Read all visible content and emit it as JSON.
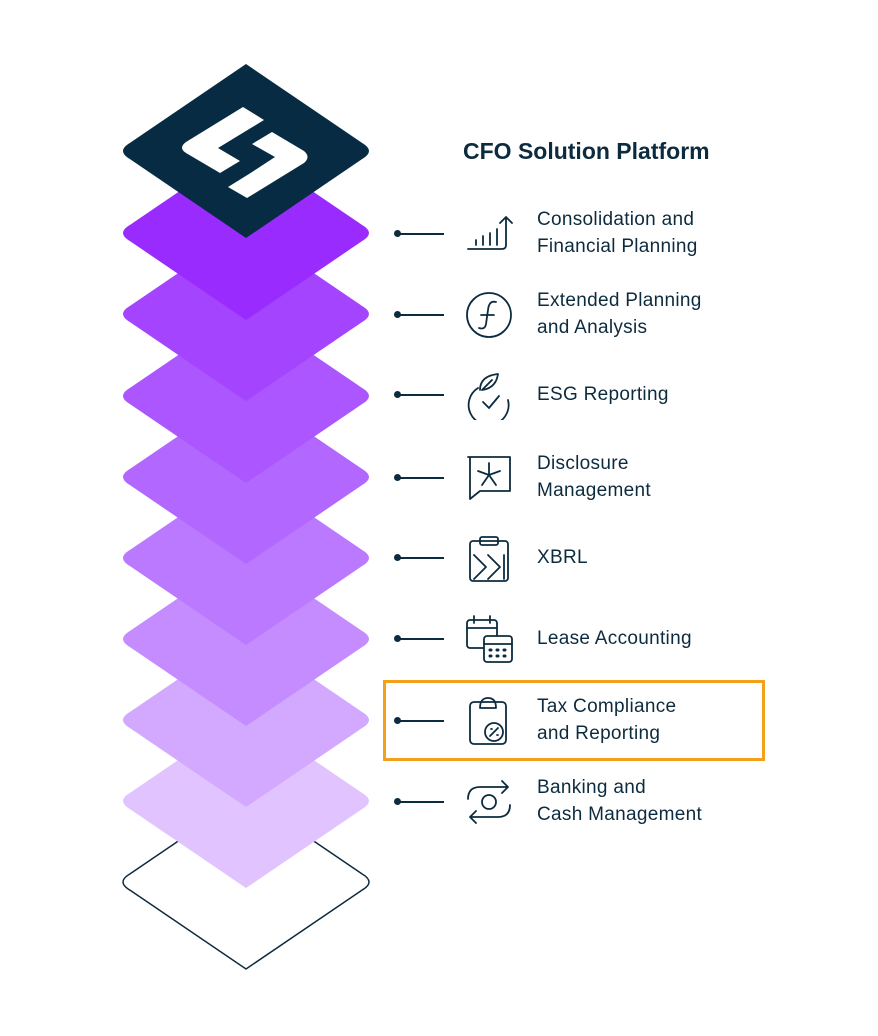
{
  "title": "CFO Solution Platform",
  "colors": {
    "logo_layer": "#062b42",
    "text": "#0d2b3e",
    "highlight": "#f5a01a",
    "layers": [
      "#9a2bff",
      "#a444ff",
      "#ab56ff",
      "#b268ff",
      "#bb79ff",
      "#c58cff",
      "#d3a9ff",
      "#e0c3ff"
    ]
  },
  "items": [
    {
      "icon": "chart-growth-icon",
      "line1": "Consolidation and",
      "line2": "Financial Planning"
    },
    {
      "icon": "function-icon",
      "line1": "Extended Planning",
      "line2": "and Analysis"
    },
    {
      "icon": "leaf-check-icon",
      "line1": "ESG Reporting",
      "line2": ""
    },
    {
      "icon": "chat-asterisk-icon",
      "line1": "Disclosure",
      "line2": "Management"
    },
    {
      "icon": "clipboard-xbrl-icon",
      "line1": "XBRL",
      "line2": ""
    },
    {
      "icon": "calendar-calculator-icon",
      "line1": "Lease Accounting",
      "line2": ""
    },
    {
      "icon": "clipboard-percent-icon",
      "line1": "Tax Compliance",
      "line2": "and Reporting"
    },
    {
      "icon": "exchange-coin-icon",
      "line1": "Banking and",
      "line2": "Cash Management"
    }
  ],
  "highlighted_index": 6
}
